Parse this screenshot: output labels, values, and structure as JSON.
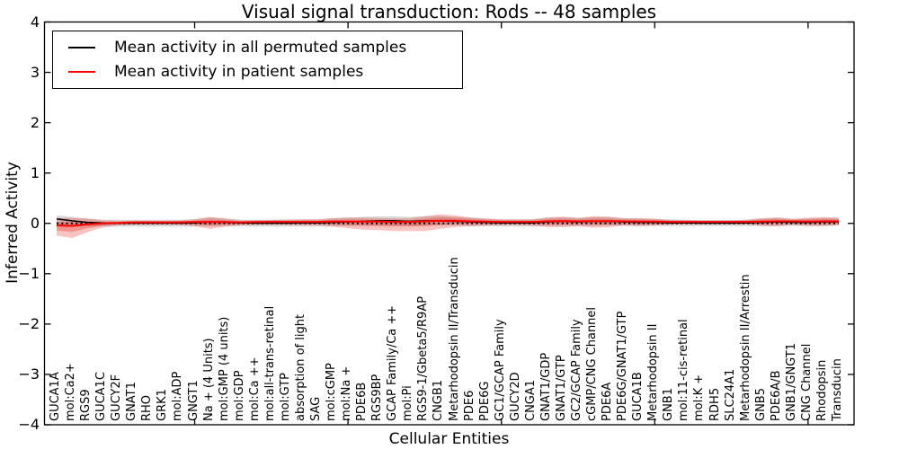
{
  "chart_data": {
    "type": "line",
    "title": "Visual signal transduction: Rods -- 48 samples",
    "xlabel": "Cellular Entities",
    "ylabel": "Inferred Activity",
    "ylim": [
      -4,
      4
    ],
    "grid": false,
    "legend_position": "upper left",
    "y_ticks": [
      {
        "value": 4,
        "label": "4"
      },
      {
        "value": 3,
        "label": "3"
      },
      {
        "value": 2,
        "label": "2"
      },
      {
        "value": 1,
        "label": "1"
      },
      {
        "value": 0,
        "label": "0"
      },
      {
        "value": -1,
        "label": "−1"
      },
      {
        "value": -2,
        "label": "−2"
      },
      {
        "value": -3,
        "label": "−3"
      },
      {
        "value": -4,
        "label": "−4"
      }
    ],
    "x_major_tick_indices": [
      9,
      19,
      29,
      39,
      49
    ],
    "zero_line": {
      "value": 0,
      "color": "#000000",
      "style": "dotted"
    },
    "categories": [
      "GUCA1A",
      "mol:Ca2+",
      "RGS9",
      "GUCA1C",
      "GUCY2F",
      "GNAT1",
      "RHO",
      "GRK1",
      "mol:ADP",
      "GNGT1",
      "Na + (4 Units)",
      "mol:GMP (4 units)",
      "mol:GDP",
      "mol:Ca ++",
      "mol:all-trans-retinal",
      "mol:GTP",
      "absorption of light",
      "SAG",
      "mol:cGMP",
      "mol:Na +",
      "PDE6B",
      "RGS9BP",
      "GCAP Family/Ca ++",
      "mol:Pi",
      "RGS9-1/Gbeta5/R9AP",
      "CNGB1",
      "Metarhodopsin II/Transducin",
      "PDE6",
      "PDE6G",
      "GC1/GCAP Family",
      "GUCY2D",
      "CNGA1",
      "GNAT1/GDP",
      "GNAT1/GTP",
      "GC2/GCAP Family",
      "cGMP/CNG Channel",
      "PDE6A",
      "PDE6G/GNAT1/GTP",
      "GUCA1B",
      "Metarhodopsin II",
      "GNB1",
      "mol:11-cis-retinal",
      "mol:K +",
      "RDH5",
      "SLC24A1",
      "Metarhodopsin II/Arrestin",
      "GNB5",
      "PDE6A/B",
      "GNB1/GNGT1",
      "CNG Channel",
      "Rhodopsin",
      "Transducin"
    ],
    "legend": [
      {
        "label": "Mean activity in all permuted samples",
        "color": "#000000"
      },
      {
        "label": "Mean activity in patient samples",
        "color": "#ff0000"
      }
    ],
    "series": [
      {
        "name": "Mean activity in all permuted samples",
        "color": "#000000",
        "width": 1.5,
        "values": [
          0.09,
          0.05,
          0.02,
          0.01,
          0.005,
          0.005,
          0.005,
          0.005,
          0.005,
          0.01,
          0.03,
          0.02,
          0.01,
          0.005,
          0.005,
          0.005,
          0.01,
          0.01,
          0.02,
          0.03,
          0.04,
          0.05,
          0.05,
          0.04,
          0.05,
          0.05,
          0.04,
          0.03,
          0.02,
          0.01,
          0.01,
          0.01,
          0.03,
          0.04,
          0.03,
          0.04,
          0.04,
          0.03,
          0.02,
          0.02,
          0.01,
          0.01,
          0.005,
          0.005,
          0.005,
          0.01,
          0.02,
          0.03,
          0.02,
          0.02,
          0.03,
          0.03
        ]
      },
      {
        "name": "Mean activity in patient samples",
        "color": "#ff0000",
        "width": 2,
        "values": [
          -0.04,
          -0.05,
          -0.02,
          0.0,
          0.01,
          0.02,
          0.02,
          0.02,
          0.02,
          0.025,
          0.03,
          0.025,
          0.02,
          0.025,
          0.03,
          0.03,
          0.03,
          0.03,
          0.035,
          0.035,
          0.035,
          0.035,
          0.03,
          0.03,
          0.04,
          0.05,
          0.05,
          0.04,
          0.035,
          0.03,
          0.03,
          0.03,
          0.04,
          0.045,
          0.04,
          0.045,
          0.045,
          0.04,
          0.035,
          0.035,
          0.03,
          0.03,
          0.03,
          0.03,
          0.03,
          0.03,
          0.035,
          0.04,
          0.04,
          0.035,
          0.04,
          0.04
        ]
      }
    ],
    "bands": [
      {
        "name": "permuted-samples-std-band",
        "around_series": 0,
        "color": "rgba(0,0,0,0.15)",
        "upper_offset": [
          0.07,
          0.08,
          0.07,
          0.065,
          0.065,
          0.065,
          0.065,
          0.065,
          0.065,
          0.07,
          0.09,
          0.075,
          0.065,
          0.065,
          0.065,
          0.065,
          0.07,
          0.07,
          0.08,
          0.085,
          0.09,
          0.09,
          0.09,
          0.09,
          0.095,
          0.1,
          0.09,
          0.08,
          0.075,
          0.07,
          0.07,
          0.07,
          0.08,
          0.085,
          0.08,
          0.085,
          0.085,
          0.075,
          0.075,
          0.07,
          0.065,
          0.065,
          0.06,
          0.06,
          0.06,
          0.065,
          0.075,
          0.08,
          0.07,
          0.075,
          0.08,
          0.08
        ],
        "lower_offset": [
          0.13,
          0.1,
          0.085,
          0.075,
          0.07,
          0.07,
          0.07,
          0.07,
          0.07,
          0.075,
          0.09,
          0.08,
          0.07,
          0.07,
          0.07,
          0.07,
          0.075,
          0.075,
          0.08,
          0.085,
          0.09,
          0.095,
          0.095,
          0.095,
          0.095,
          0.09,
          0.085,
          0.08,
          0.075,
          0.07,
          0.07,
          0.075,
          0.085,
          0.09,
          0.08,
          0.09,
          0.085,
          0.075,
          0.075,
          0.07,
          0.065,
          0.065,
          0.06,
          0.06,
          0.06,
          0.065,
          0.075,
          0.08,
          0.07,
          0.075,
          0.08,
          0.075
        ]
      },
      {
        "name": "patient-samples-outer-band",
        "around_series": 1,
        "color": "rgba(230,40,30,0.28)",
        "upper_offset": [
          0.14,
          0.16,
          0.12,
          0.06,
          0.04,
          0.035,
          0.035,
          0.035,
          0.04,
          0.06,
          0.1,
          0.07,
          0.04,
          0.04,
          0.04,
          0.045,
          0.05,
          0.05,
          0.07,
          0.08,
          0.08,
          0.07,
          0.07,
          0.07,
          0.1,
          0.13,
          0.11,
          0.08,
          0.06,
          0.05,
          0.05,
          0.05,
          0.08,
          0.09,
          0.07,
          0.1,
          0.09,
          0.06,
          0.07,
          0.06,
          0.04,
          0.035,
          0.03,
          0.03,
          0.03,
          0.04,
          0.07,
          0.08,
          0.05,
          0.08,
          0.09,
          0.07
        ],
        "lower_offset": [
          0.2,
          0.24,
          0.16,
          0.08,
          0.05,
          0.045,
          0.045,
          0.045,
          0.05,
          0.08,
          0.14,
          0.09,
          0.055,
          0.055,
          0.055,
          0.06,
          0.07,
          0.07,
          0.1,
          0.13,
          0.16,
          0.17,
          0.18,
          0.18,
          0.19,
          0.16,
          0.12,
          0.1,
          0.08,
          0.065,
          0.065,
          0.075,
          0.11,
          0.12,
          0.1,
          0.13,
          0.12,
          0.085,
          0.09,
          0.075,
          0.055,
          0.045,
          0.04,
          0.04,
          0.04,
          0.05,
          0.085,
          0.1,
          0.065,
          0.085,
          0.095,
          0.075
        ]
      },
      {
        "name": "patient-samples-inner-band",
        "around_series": 1,
        "color": "rgba(230,40,30,0.30)",
        "upper_offset": [
          0.07,
          0.08,
          0.06,
          0.03,
          0.02,
          0.018,
          0.018,
          0.018,
          0.02,
          0.03,
          0.05,
          0.035,
          0.02,
          0.02,
          0.02,
          0.022,
          0.025,
          0.025,
          0.035,
          0.04,
          0.04,
          0.035,
          0.035,
          0.035,
          0.05,
          0.065,
          0.055,
          0.04,
          0.03,
          0.025,
          0.025,
          0.025,
          0.04,
          0.045,
          0.035,
          0.05,
          0.045,
          0.03,
          0.035,
          0.03,
          0.02,
          0.018,
          0.015,
          0.015,
          0.015,
          0.02,
          0.035,
          0.04,
          0.025,
          0.04,
          0.045,
          0.035
        ],
        "lower_offset": [
          0.1,
          0.12,
          0.08,
          0.04,
          0.025,
          0.022,
          0.022,
          0.022,
          0.025,
          0.04,
          0.07,
          0.045,
          0.028,
          0.028,
          0.028,
          0.03,
          0.035,
          0.035,
          0.05,
          0.065,
          0.08,
          0.085,
          0.09,
          0.09,
          0.095,
          0.08,
          0.06,
          0.05,
          0.04,
          0.032,
          0.032,
          0.038,
          0.055,
          0.06,
          0.05,
          0.065,
          0.06,
          0.042,
          0.045,
          0.038,
          0.028,
          0.022,
          0.02,
          0.02,
          0.02,
          0.025,
          0.042,
          0.05,
          0.032,
          0.042,
          0.048,
          0.038
        ]
      }
    ]
  }
}
